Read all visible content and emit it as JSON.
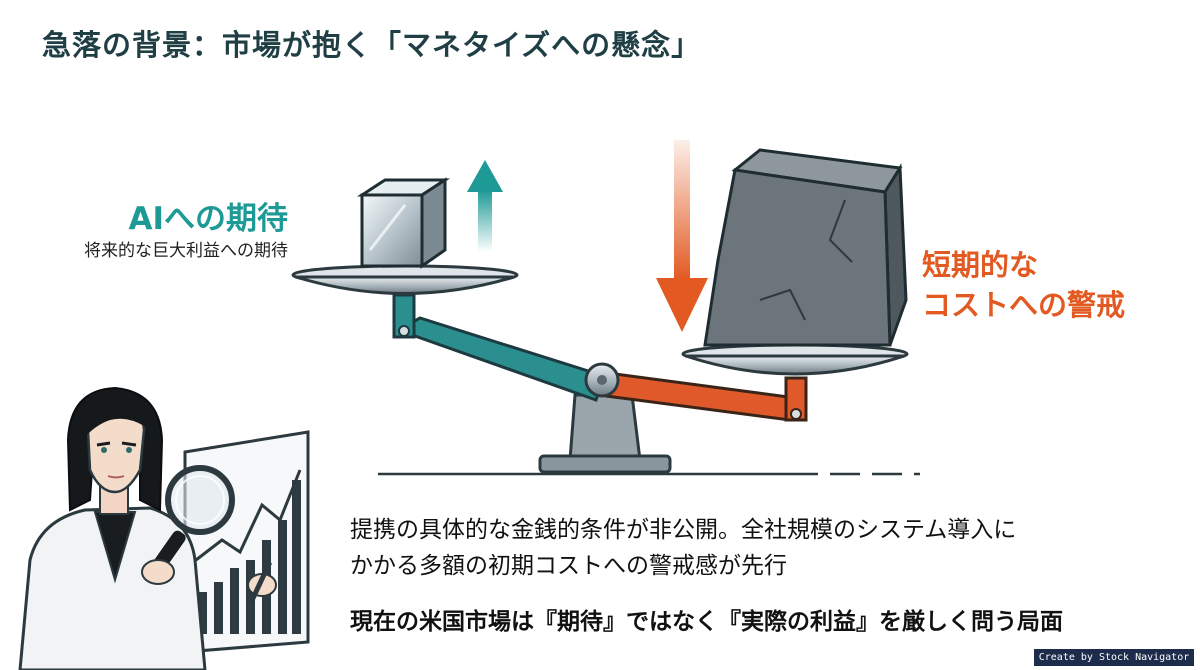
{
  "title": "急落の背景：市場が抱く「マネタイズへの懸念」",
  "expectation": {
    "heading": "AIへの期待",
    "subtext": "将来的な巨大利益への期待"
  },
  "concern": {
    "line1": "短期的な",
    "line2": "コストへの警戒"
  },
  "body": {
    "line1": "提携の具体的な金銭的条件が非公開。全社規模のシステム導入に",
    "line2": "かかる多額の初期コストへの警戒感が先行",
    "line3": "現在の米国市場は『期待』ではなく『実際の利益』を厳しく問う局面"
  },
  "credit": "Create by Stock Navigator",
  "colors": {
    "title": "#1f3f45",
    "teal": "#1d9a96",
    "orange": "#e25a22",
    "text": "#111111"
  },
  "icons": {
    "up_arrow": "arrow-up-icon",
    "down_arrow": "arrow-down-icon",
    "scale": "balance-scale-illustration",
    "analyst": "analyst-with-magnifier-illustration"
  }
}
